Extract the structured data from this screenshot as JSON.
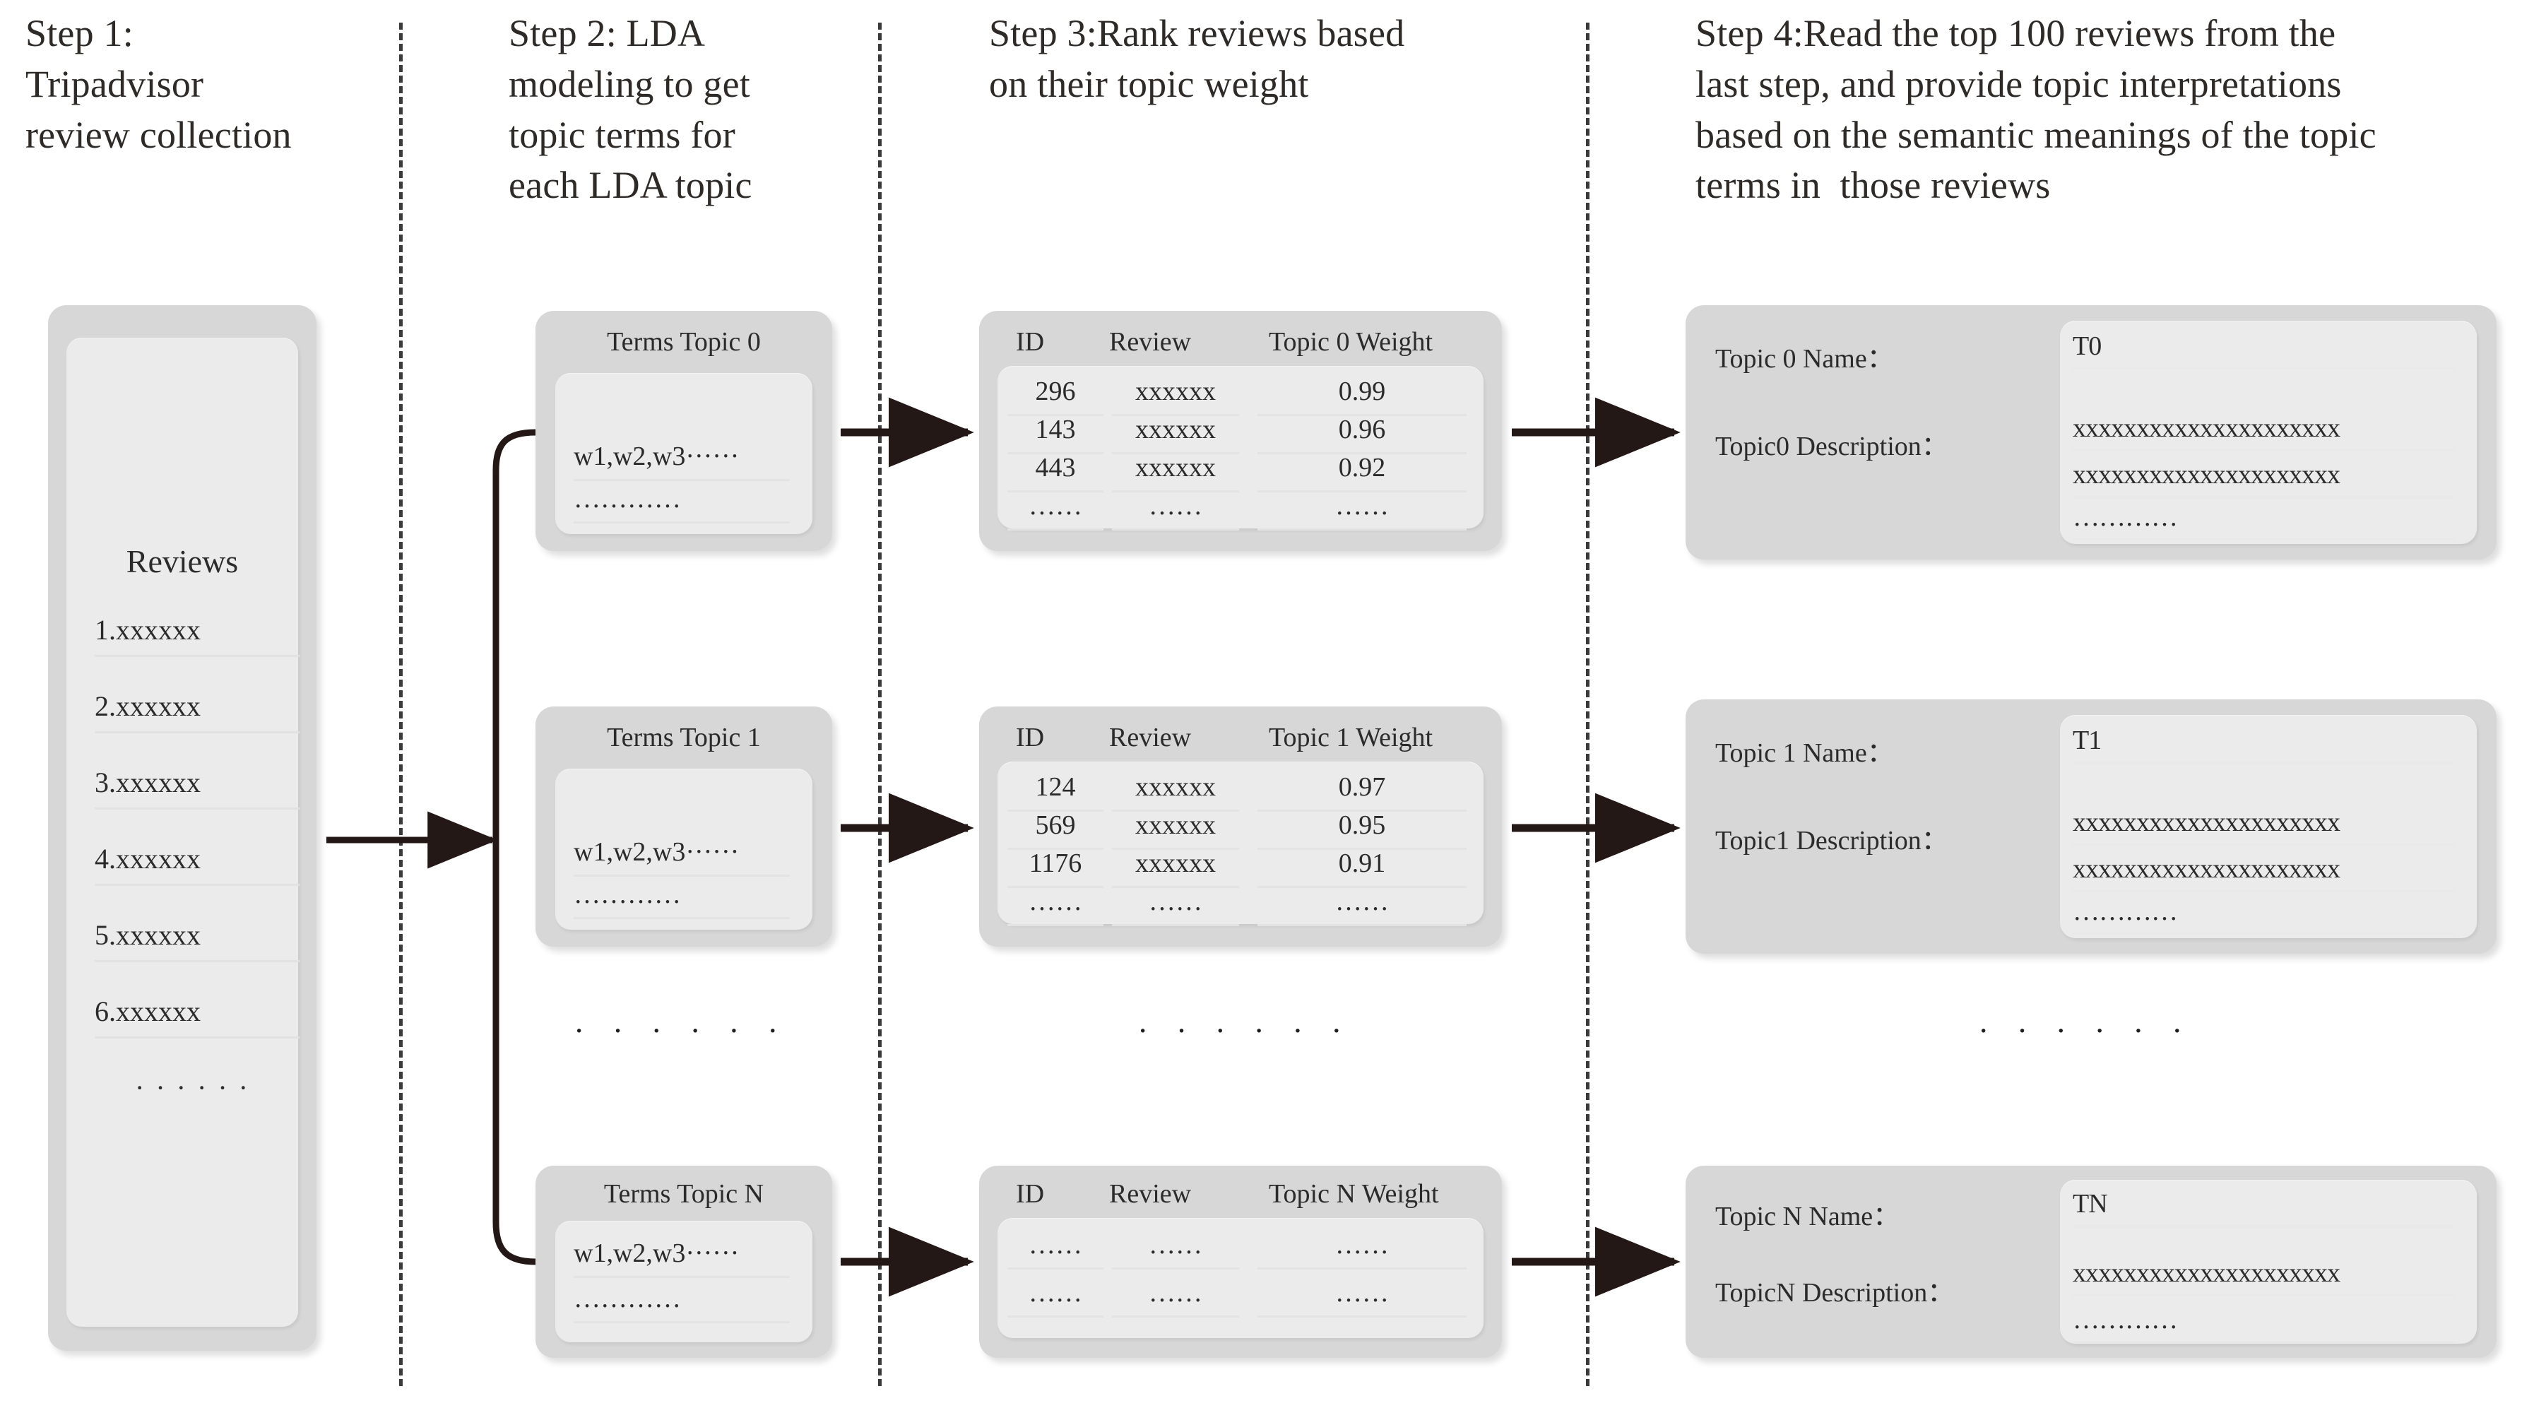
{
  "steps": [
    {
      "id": "step1",
      "title": "Step 1:\nTripadvisor\nreview collection"
    },
    {
      "id": "step2",
      "title": "Step 2: LDA\nmodeling to get\ntopic terms for\neach LDA topic"
    },
    {
      "id": "step3",
      "title": "Step 3:Rank reviews based\non their topic weight"
    },
    {
      "id": "step4",
      "title": "Step 4:Read the top 100 reviews from the\nlast step, and provide topic interpretations\nbased on the semantic meanings of the topic\nterms in  those reviews"
    }
  ],
  "reviews_box": {
    "title": "Reviews",
    "items": [
      "1.xxxxxx",
      "2.xxxxxx",
      "3.xxxxxx",
      "4.xxxxxx",
      "5.xxxxxx",
      "6.xxxxxx"
    ],
    "more": "······"
  },
  "terms_cards": [
    {
      "title": "Terms Topic 0",
      "line1": "w1,w2,w3······",
      "line2": "…………"
    },
    {
      "title": "Terms Topic 1",
      "line1": "w1,w2,w3······",
      "line2": "…………"
    },
    {
      "title": "Terms Topic N",
      "line1": "w1,w2,w3······",
      "line2": "…………"
    }
  ],
  "rank_tables": [
    {
      "headers": [
        "ID",
        "Review",
        "Topic 0 Weight"
      ],
      "rows": [
        [
          "296",
          "xxxxxx",
          "0.99"
        ],
        [
          "143",
          "xxxxxx",
          "0.96"
        ],
        [
          "443",
          "xxxxxx",
          "0.92"
        ],
        [
          "……",
          "……",
          "……"
        ]
      ]
    },
    {
      "headers": [
        "ID",
        "Review",
        "Topic 1 Weight"
      ],
      "rows": [
        [
          "124",
          "xxxxxx",
          "0.97"
        ],
        [
          "569",
          "xxxxxx",
          "0.95"
        ],
        [
          "1176",
          "xxxxxx",
          "0.91"
        ],
        [
          "……",
          "……",
          "……"
        ]
      ]
    },
    {
      "headers": [
        "ID",
        "Review",
        "Topic N Weight"
      ],
      "rows": [
        [
          "……",
          "……",
          "……"
        ],
        [
          "……",
          "……",
          "……"
        ]
      ]
    }
  ],
  "interpretations": [
    {
      "name_label": "Topic 0 Name：",
      "name_value": "T0",
      "desc_label": "Topic0 Description：",
      "desc_lines": [
        "xxxxxxxxxxxxxxxxxxxxx",
        "xxxxxxxxxxxxxxxxxxxxx",
        "…………"
      ]
    },
    {
      "name_label": "Topic 1 Name：",
      "name_value": "T1",
      "desc_label": "Topic1 Description：",
      "desc_lines": [
        "xxxxxxxxxxxxxxxxxxxxx",
        "xxxxxxxxxxxxxxxxxxxxx",
        "…………"
      ]
    },
    {
      "name_label": "Topic N Name：",
      "name_value": "TN",
      "desc_label": "TopicN Description：",
      "desc_lines": [
        "xxxxxxxxxxxxxxxxxxxxx",
        "…………"
      ]
    }
  ],
  "ellipsis_separators": {
    "step2": "· · · · · ·",
    "step3": "· · · · · ·",
    "step4": "· · · · · ·"
  },
  "colors": {
    "card": "#d7d7d7",
    "inner": "#ebebeb",
    "arrow": "#231815",
    "divider": "#3a3a3a",
    "text": "#2b2b2b",
    "background": "#ffffff"
  }
}
